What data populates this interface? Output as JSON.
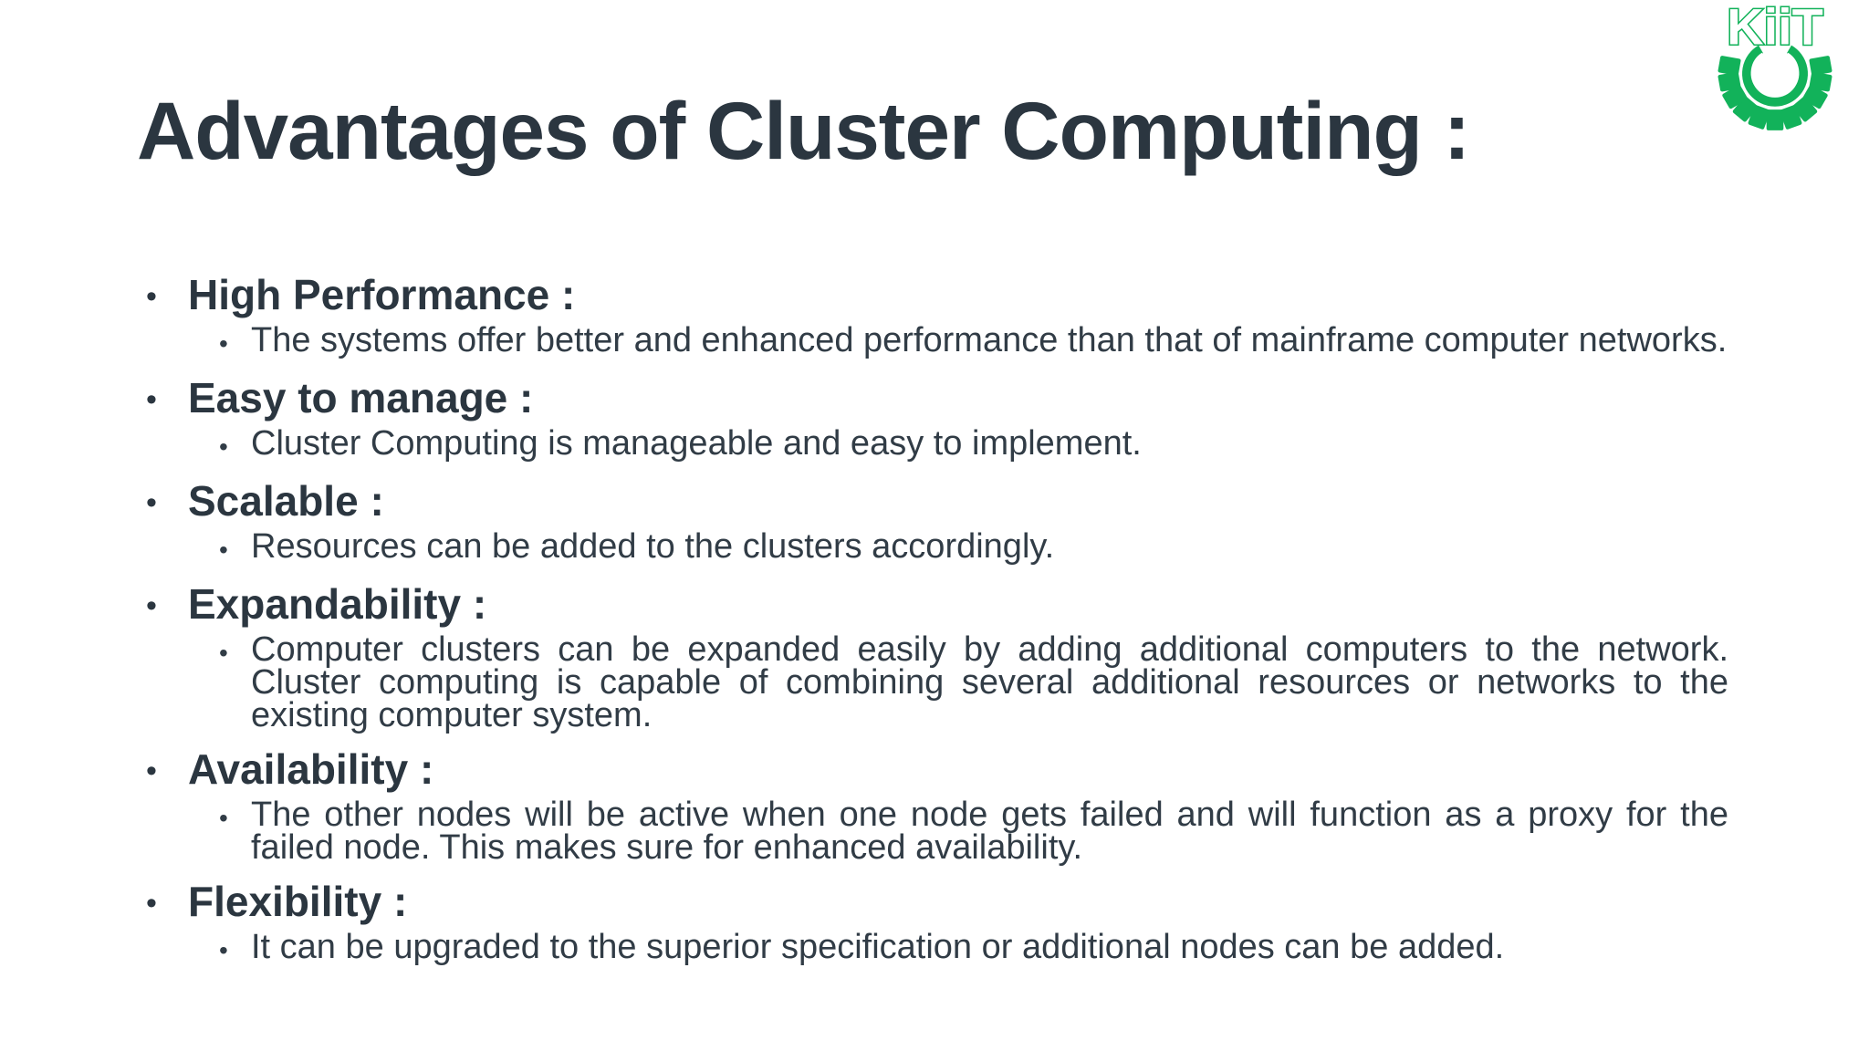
{
  "slide": {
    "title": "Advantages of Cluster Computing :",
    "bullet_char": "•",
    "logo": {
      "text": "KiiT",
      "color": "#12b25a"
    },
    "colors": {
      "background": "#ffffff",
      "text": "#2e3944",
      "title_text": "#2b3640",
      "logo_green": "#12b25a"
    },
    "sections": [
      {
        "heading": "High Performance :",
        "body": "The systems offer better and enhanced performance than that of mainframe computer networks."
      },
      {
        "heading": "Easy to manage :",
        "body": "Cluster Computing is manageable and easy to implement."
      },
      {
        "heading": "Scalable :",
        "body": "Resources can be added to the clusters accordingly."
      },
      {
        "heading": "Expandability :",
        "body": "Computer clusters can be expanded easily by adding additional computers to the network. Cluster computing is capable of combining several additional resources or networks to the existing computer system."
      },
      {
        "heading": "Availability :",
        "body": "The other nodes will be active when one node gets failed and will function as a proxy for the failed node. This makes sure for enhanced availability."
      },
      {
        "heading": "Flexibility :",
        "body": "It can be upgraded to the superior specification or additional nodes can be added."
      }
    ]
  }
}
